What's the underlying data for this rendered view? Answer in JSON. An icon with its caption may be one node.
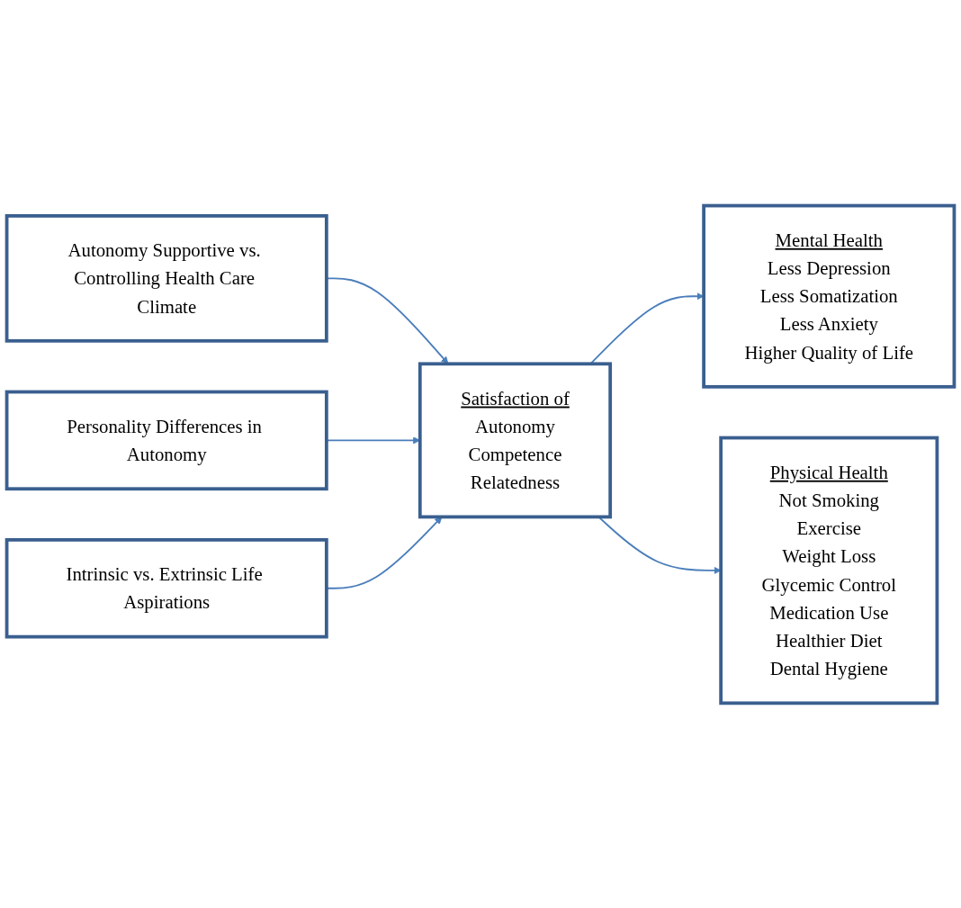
{
  "diagram": {
    "nodes": [
      {
        "text": [
          "Autonomy Supportive vs. Controlling Health Care Climate"
        ]
      },
      {
        "text": [
          "Personality Differences in Autonomy"
        ]
      },
      {
        "text": [
          "Intrinsic vs. Extrinsic Life Aspirations"
        ]
      },
      {
        "text": [
          "Satisfaction of",
          "Autonomy",
          "Competence",
          "Relatedness"
        ]
      },
      {
        "text": [
          "Mental Health",
          "Less Depression",
          "Less Somatization",
          "Less Anxiety",
          "Higher Quality of Life"
        ]
      },
      {
        "text": [
          "Physical Health",
          "Not Smoking",
          "Exercise",
          "Weight Loss",
          "Glycemic Control",
          "Medication Use",
          "Healthier Diet",
          "Dental Hygiene"
        ]
      }
    ],
    "edges": [
      {
        "from": 0,
        "to": 3,
        "arrow": "to"
      },
      {
        "from": 1,
        "to": 3,
        "arrow": "to"
      },
      {
        "from": 2,
        "to": 3,
        "arrow": "to"
      },
      {
        "from": 3,
        "to": 4,
        "arrow": "to"
      },
      {
        "from": 3,
        "to": 5,
        "arrow": "to"
      }
    ]
  }
}
